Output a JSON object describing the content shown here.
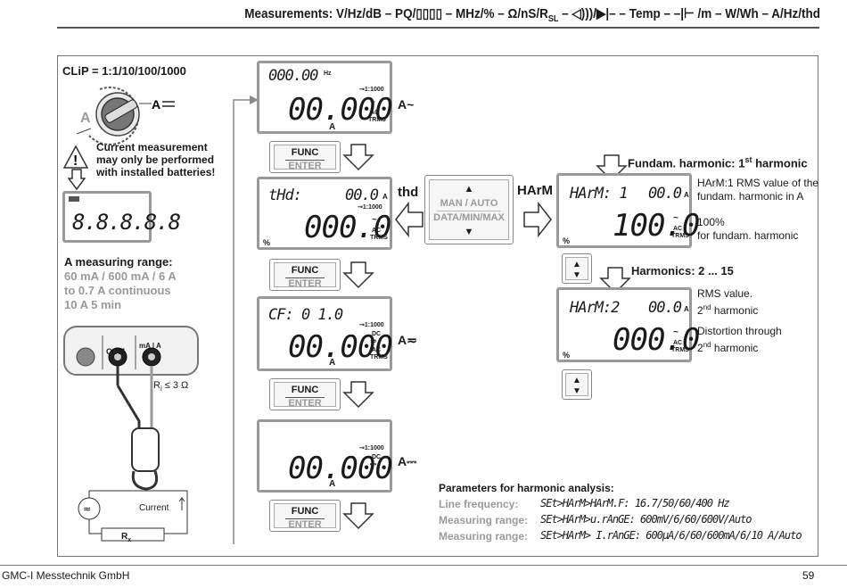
{
  "header": {
    "title": "Measurements: V/Hz/dB – PQ/▯▯▯▯ – MHz/% – Ω/nS/R",
    "sub_sl": "SL",
    "title_tail": " – ◁)))/▶|– – Temp – –|⊢ /m – W/Wh – A/Hz/thd"
  },
  "footer": {
    "company": "GMC-I Messtechnik GmbH",
    "page": "59"
  },
  "left": {
    "clip_label": "CLiP = 1:1/10/100/1000",
    "a_symbol": "A",
    "warning": [
      "Current measurement",
      "may only be performed",
      "with installed batteries!"
    ],
    "lcd_digits": "8.8.8.8.8",
    "range_title": "A measuring range:",
    "range_lines": [
      "60 mA / 600 mA / 6 A",
      "to 0.7 A continuous",
      "10 A 5 min"
    ],
    "jack_com": "COM",
    "jack_ma": "mA | A",
    "ri": "R",
    "ri_sub": "i",
    "ri_tail": " ≤ 3 Ω",
    "current": "Current",
    "rx": "R",
    "rx_sub": "x"
  },
  "displays": [
    {
      "top": "000.00",
      "top_unit": "Hz",
      "ratio": "⊸1:1000",
      "main": "00.000",
      "acdc": "AC",
      "trms": "TRMS",
      "unit": "A",
      "side": "A~"
    },
    {
      "top": "tHd:",
      "top_val": "00.0",
      "top_unit": "A",
      "ratio": "⊸1:1000",
      "main": "000.0",
      "acdc": "AC",
      "trms": "TRMS",
      "unit": "%",
      "side": "thd"
    },
    {
      "top": "CF: 0 1.0",
      "ratio": "⊸1:1000",
      "main": "00.000",
      "acdc": "DC",
      "acdc2": "AC",
      "trms": "TRMS",
      "unit": "A",
      "side": "A≂"
    },
    {
      "ratio": "⊸1:1000",
      "main": "00.000",
      "acdc": "DC",
      "unit": "A",
      "side": "A⎓"
    }
  ],
  "func": {
    "label1": "FUNC",
    "label2": "ENTER"
  },
  "mode": {
    "up": "▲",
    "l1": "MAN / AUTO",
    "l2": "DATA/MIN/MAX",
    "down": "▼",
    "harm": "HArM"
  },
  "harm": {
    "fund_title": "Fundam. harmonic: 1",
    "fund_sup": "st",
    "fund_tail": " harmonic",
    "d1_top": "HArM: 1",
    "d1_val": "00.0",
    "d1_unit": "A",
    "d1_main": "100.0",
    "d1_pct": "%",
    "note1": [
      "HArM:1 RMS value of the",
      "fundam. harmonic in A"
    ],
    "note2": [
      "100%",
      "for fundam. harmonic"
    ],
    "harmonics_title": "Harmonics: 2 ... 15",
    "d2_top": "HArM:2",
    "d2_val": "00.0",
    "d2_unit": "A",
    "d2_main": "000.0",
    "d2_pct": "%",
    "note3a": "RMS value.",
    "note3b": "2",
    "note3b_sup": "nd",
    "note3b_tail": " harmonic",
    "note4a": "Distortion through",
    "note4b": "2",
    "note4b_sup": "nd",
    "note4b_tail": " harmonic",
    "ac": "AC",
    "trms": "TRMS"
  },
  "params": {
    "title": "Parameters for harmonic analysis:",
    "rows": [
      {
        "label": "Line frequency:",
        "value": "SEt>HArM>HArM.F: 16.7/50/60/400 Hz"
      },
      {
        "label": "Measuring range:",
        "value": "SEt>HArM>u.rAnGE: 600mV/6/60/600V/Auto"
      },
      {
        "label": "Measuring range:",
        "value": "SEt>HArM> I.rAnGE: 600µA/6/60/600mA/6/10 A/Auto"
      }
    ]
  }
}
